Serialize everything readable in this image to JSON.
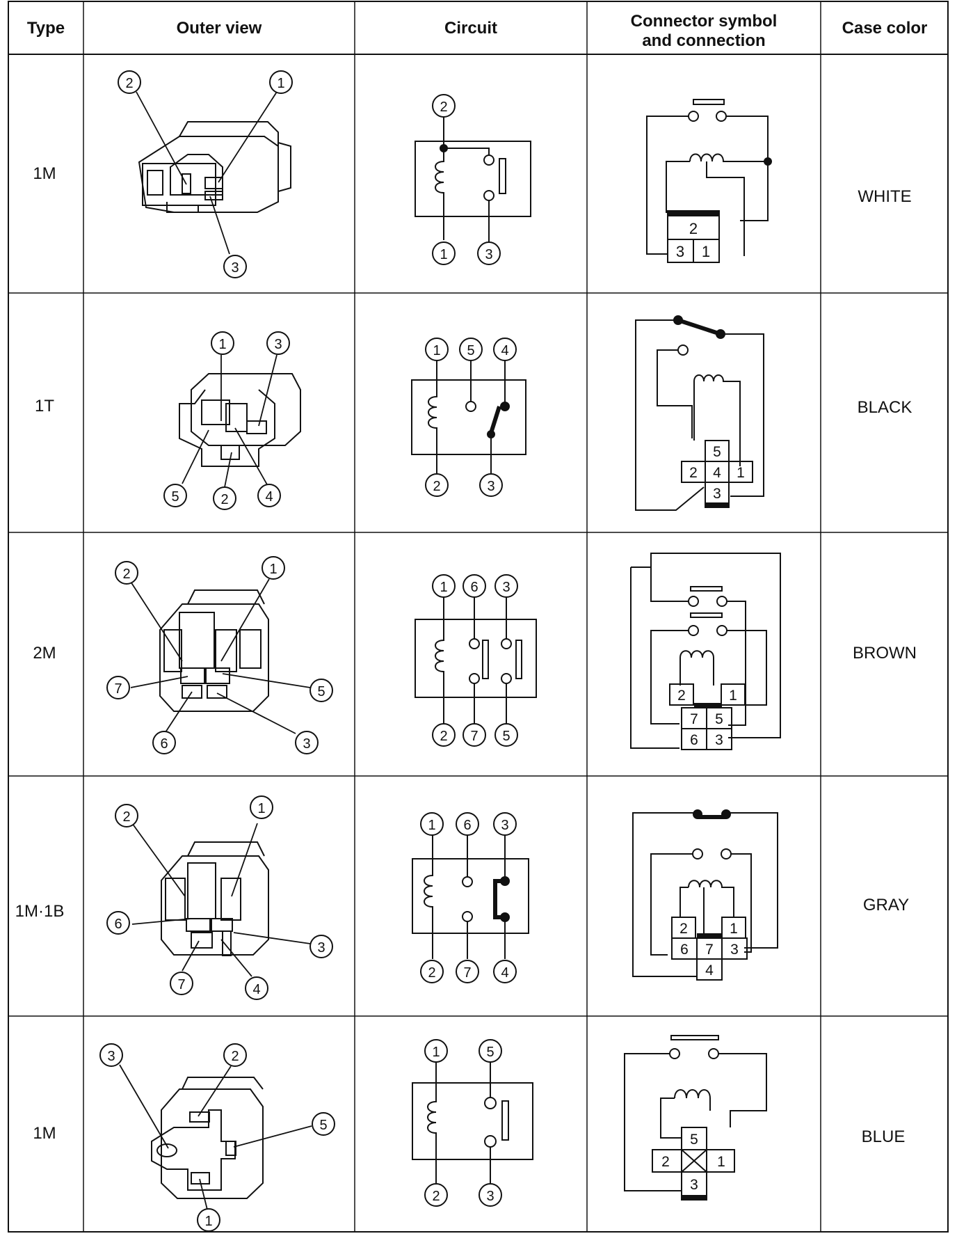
{
  "headers": {
    "type": "Type",
    "outer": "Outer view",
    "circuit": "Circuit",
    "connector_line1": "Connector symbol",
    "connector_line2": "and connection",
    "case_color": "Case color"
  },
  "rows": [
    {
      "type": "1M",
      "case_color": "WHITE",
      "outer_labels": [
        "2",
        "1",
        "3"
      ],
      "circuit_labels": [
        "2",
        "1",
        "3"
      ],
      "connector_pins": [
        "2",
        "3",
        "1"
      ]
    },
    {
      "type": "1T",
      "case_color": "BLACK",
      "outer_labels": [
        "1",
        "3",
        "5",
        "2",
        "4"
      ],
      "circuit_labels": [
        "1",
        "5",
        "4",
        "2",
        "3"
      ],
      "connector_pins": [
        "5",
        "2",
        "4",
        "1",
        "3"
      ]
    },
    {
      "type": "2M",
      "case_color": "BROWN",
      "outer_labels": [
        "2",
        "1",
        "7",
        "5",
        "6",
        "3"
      ],
      "circuit_labels": [
        "1",
        "6",
        "3",
        "2",
        "7",
        "5"
      ],
      "connector_pins": [
        "2",
        "1",
        "7",
        "5",
        "6",
        "3"
      ]
    },
    {
      "type": "1M·1B",
      "case_color": "GRAY",
      "outer_labels": [
        "2",
        "1",
        "6",
        "3",
        "7",
        "4"
      ],
      "circuit_labels": [
        "1",
        "6",
        "3",
        "2",
        "7",
        "4"
      ],
      "connector_pins": [
        "2",
        "1",
        "6",
        "7",
        "3",
        "4"
      ]
    },
    {
      "type": "1M",
      "case_color": "BLUE",
      "outer_labels": [
        "3",
        "2",
        "5",
        "1"
      ],
      "circuit_labels": [
        "1",
        "5",
        "2",
        "3"
      ],
      "connector_pins": [
        "5",
        "2",
        "1",
        "3"
      ]
    }
  ]
}
